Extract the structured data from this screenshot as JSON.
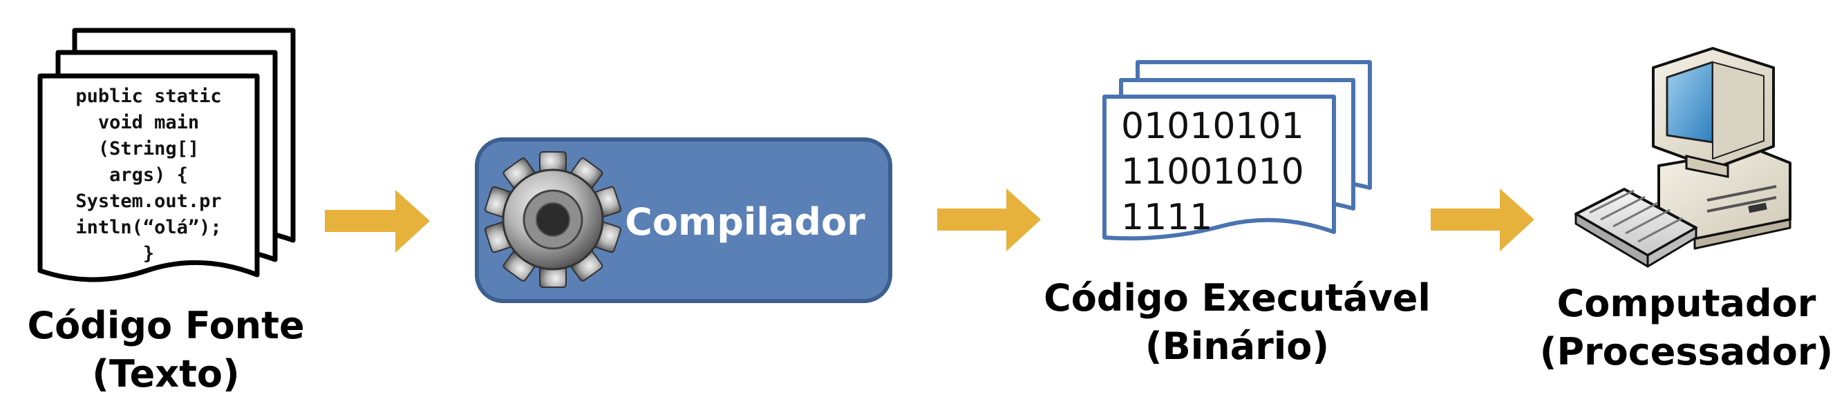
{
  "source_code": {
    "lines": [
      "public static",
      "void main",
      "(String[]",
      "args) {",
      "System.out.pr",
      "intln(“olá”);",
      "}"
    ],
    "caption_line1": "Código Fonte",
    "caption_line2": "(Texto)",
    "icon": "stacked-pages-icon"
  },
  "compiler": {
    "label": "Compilador",
    "icon": "gear-icon",
    "fill_color": "#5a80b6",
    "border_color": "#3c5f90"
  },
  "executable": {
    "lines": [
      "01010101",
      "11001010",
      "1111"
    ],
    "caption_line1": "Código Executável",
    "caption_line2": "(Binário)",
    "icon": "stacked-pages-icon",
    "border_color": "#4a74b0"
  },
  "computer": {
    "caption_line1": "Computador",
    "caption_line2": "(Processador)",
    "icon": "desktop-computer-icon"
  },
  "arrows": {
    "color": "#e6b23c",
    "icon": "arrow-right-icon"
  }
}
